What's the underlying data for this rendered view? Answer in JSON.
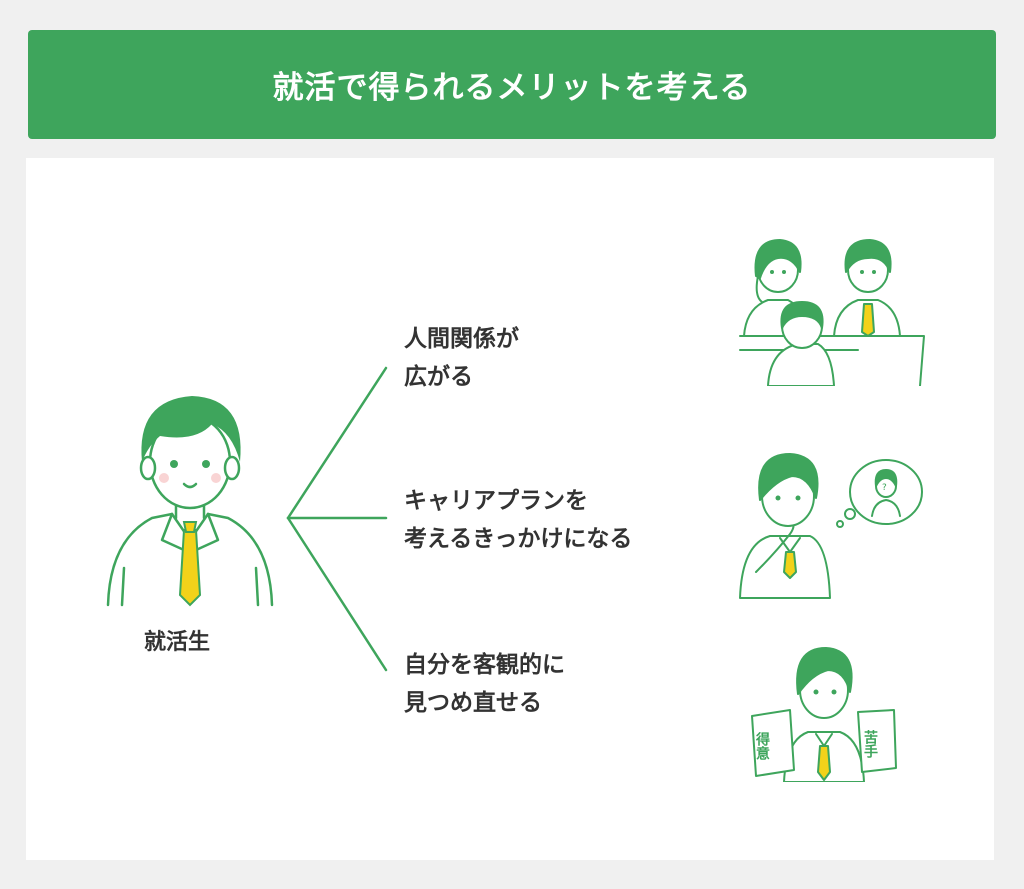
{
  "header": {
    "title": "就活で得られるメリットを考える"
  },
  "person": {
    "label": "就活生"
  },
  "benefits": [
    {
      "line1": "人間関係が",
      "line2": "広がる",
      "illustration": "interview-scene"
    },
    {
      "line1": "キャリアプランを",
      "line2": "考えるきっかけになる",
      "illustration": "thinking-person"
    },
    {
      "line1": "自分を客観的に",
      "line2": "見つめ直せる",
      "illustration": "self-reflection"
    }
  ],
  "cards": {
    "strength": "得意",
    "weakness": "苦手"
  },
  "colors": {
    "accent": "#3ea55c",
    "tie": "#f2d21a",
    "text": "#333333"
  }
}
